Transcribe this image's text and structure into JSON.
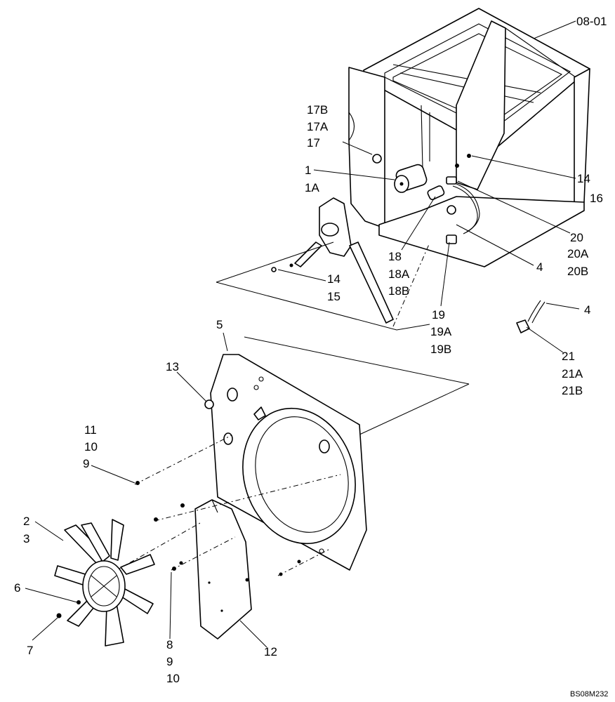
{
  "diagram": {
    "drawing_code": "BS08M232",
    "callouts": {
      "ref_0801": "08-01",
      "c17B": "17B",
      "c17A": "17A",
      "c17": "17",
      "c1": "1",
      "c1A": "1A",
      "c14a": "14",
      "c16": "16",
      "c20": "20",
      "c20A": "20A",
      "c20B": "20B",
      "c4a": "4",
      "c18": "18",
      "c18A": "18A",
      "c18B": "18B",
      "c14b": "14",
      "c15": "15",
      "c19": "19",
      "c19A": "19A",
      "c19B": "19B",
      "c4b": "4",
      "c21": "21",
      "c21A": "21A",
      "c21B": "21B",
      "c5": "5",
      "c13": "13",
      "c11": "11",
      "c10a": "10",
      "c9a": "9",
      "c2": "2",
      "c3": "3",
      "c6": "6",
      "c7": "7",
      "c8": "8",
      "c9b": "9",
      "c10b": "10",
      "c12": "12"
    }
  }
}
